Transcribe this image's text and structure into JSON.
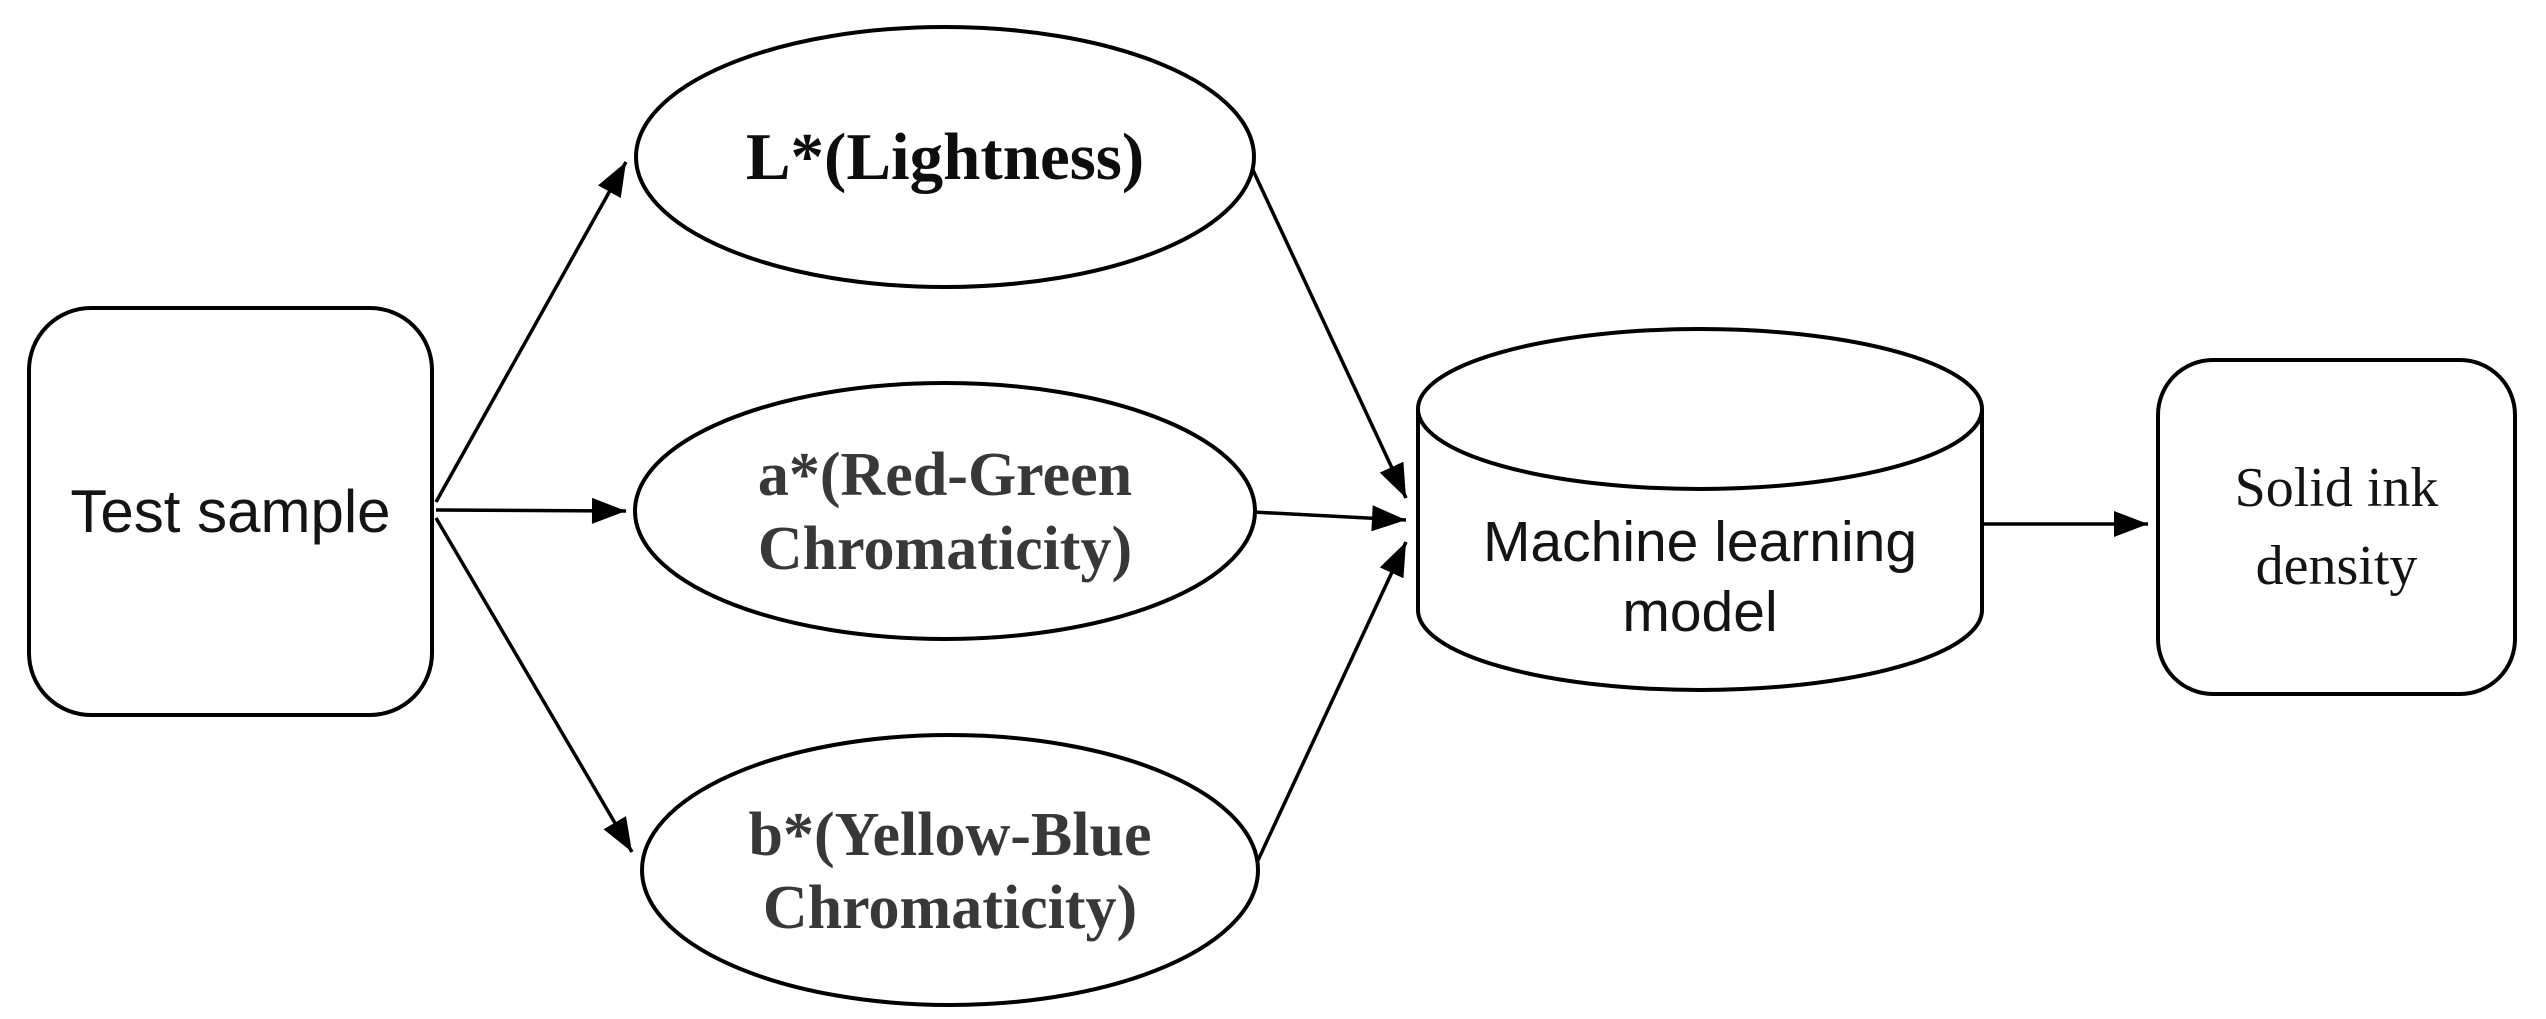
{
  "figure": {
    "type": "flow-diagram",
    "background": "#ffffff",
    "stroke_color": "#000000",
    "nodes": {
      "test_sample": {
        "shape": "rounded-rectangle",
        "label": "Test sample"
      },
      "lightness": {
        "shape": "ellipse",
        "label": "L*(Lightness)"
      },
      "red_green": {
        "shape": "ellipse",
        "label_line1": "a*(Red-Green",
        "label_line2": "Chromaticity)"
      },
      "yellow_blue": {
        "shape": "ellipse",
        "label_line1": "b*(Yellow-Blue",
        "label_line2": "Chromaticity)"
      },
      "ml_model": {
        "shape": "cylinder",
        "label_line1": "Machine learning",
        "label_line2": "model"
      },
      "solid_ink": {
        "shape": "rounded-rectangle",
        "label_line1": "Solid ink",
        "label_line2": "density"
      }
    },
    "edges": [
      {
        "from": "test_sample",
        "to": "lightness"
      },
      {
        "from": "test_sample",
        "to": "red_green"
      },
      {
        "from": "test_sample",
        "to": "yellow_blue"
      },
      {
        "from": "lightness",
        "to": "ml_model"
      },
      {
        "from": "red_green",
        "to": "ml_model"
      },
      {
        "from": "yellow_blue",
        "to": "ml_model"
      },
      {
        "from": "ml_model",
        "to": "solid_ink"
      }
    ]
  }
}
